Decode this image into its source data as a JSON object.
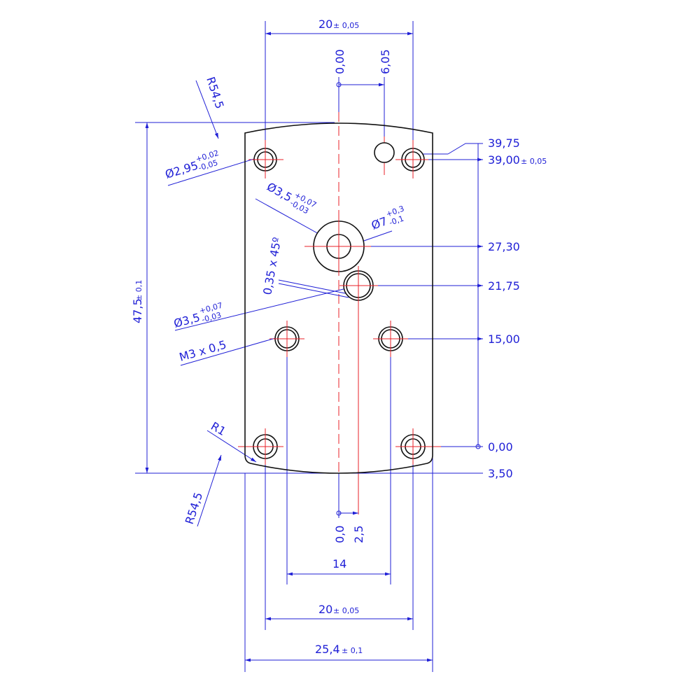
{
  "colors": {
    "dimension": "#1f1fd6",
    "centerline": "#e8202a",
    "outline": "#111111"
  },
  "dimensions": {
    "top_width": {
      "value": "20",
      "tol": "± 0,05"
    },
    "top_x0": "0,00",
    "top_x1": "6,05",
    "r_top": "R54,5",
    "hole_295": {
      "dia": "Ø2,95",
      "tol_up": "+0,02",
      "tol_dn": "-0,05"
    },
    "hole_35_top": {
      "dia": "Ø3,5",
      "tol_up": "+0,07",
      "tol_dn": "-0,03"
    },
    "hole_7": {
      "dia": "Ø7",
      "tol_up": "+0,3",
      "tol_dn": "-0,1"
    },
    "chamfer": "0,35 x 45º",
    "hole_35_low": {
      "dia": "Ø3,5",
      "tol_up": "+0,07",
      "tol_dn": "-0,03"
    },
    "thread": "M3 x 0,5",
    "r1": "R1",
    "r_bottom": "R54,5",
    "height": {
      "value": "47,5",
      "tol": "± 0,1"
    },
    "y_3975": "39,75",
    "y_3900": {
      "value": "39,00",
      "tol": "± 0,05"
    },
    "y_2730": "27,30",
    "y_2175": "21,75",
    "y_1500": "15,00",
    "y_000": "0,00",
    "y_350": "3,50",
    "bottom_x0": "0,0",
    "bottom_x1": "2,5",
    "width_14": "14",
    "bottom_width20": {
      "value": "20",
      "tol": "± 0,05"
    },
    "overall_width": {
      "value": "25,4",
      "tol": "± 0,1"
    }
  }
}
